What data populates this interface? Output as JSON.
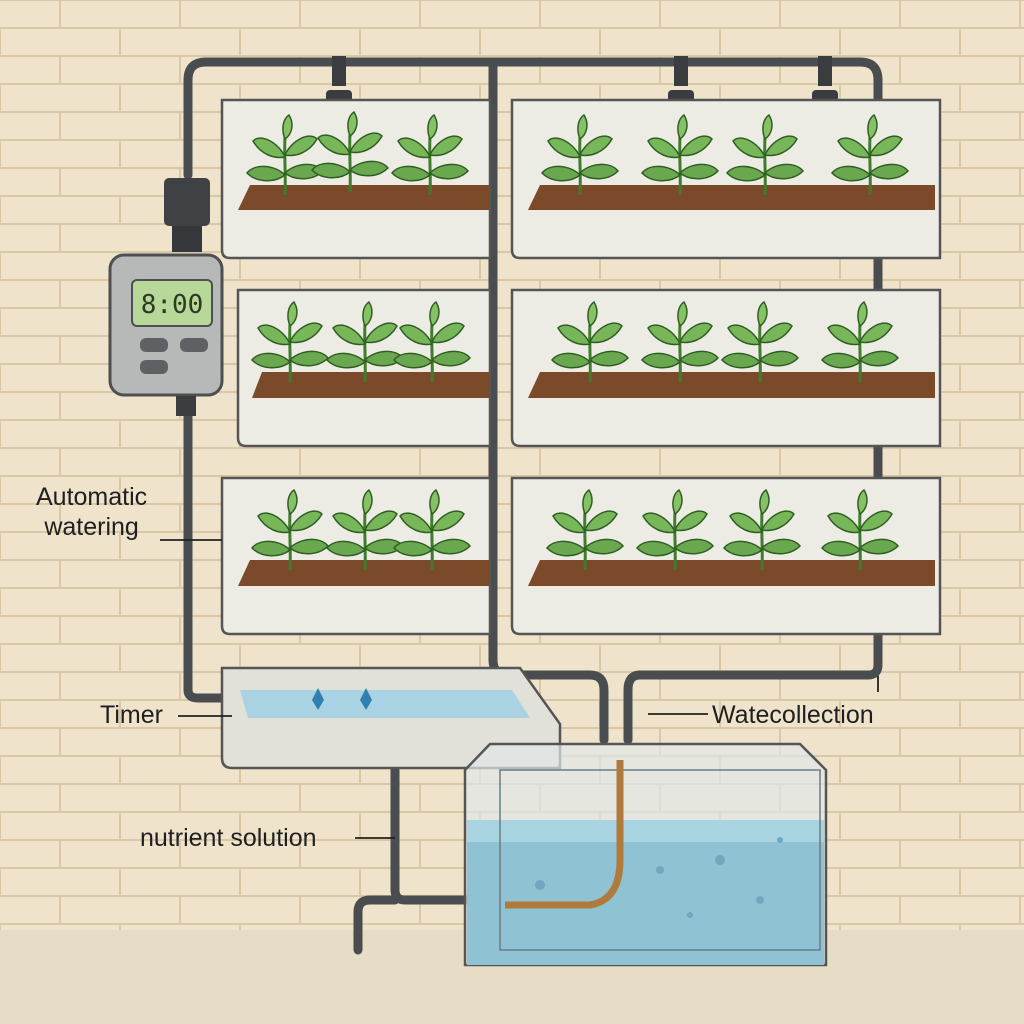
{
  "diagram": {
    "timer_display": "8:00",
    "labels": {
      "automatic_watering_line1": "Automatic",
      "automatic_watering_line2": "watering",
      "timer": "Timer",
      "water_collection": "Watecollection",
      "nutrient_solution": "nutrient solution"
    }
  },
  "colors": {
    "wall": "#efe3cc",
    "brick_line": "#d9c7a6",
    "pipe": "#4a4d4f",
    "planter": "#ecebe4",
    "soil": "#7a4a2a",
    "leaf": "#6aa84f",
    "water": "#8fc3d4",
    "lcd": "#b8d89a"
  }
}
